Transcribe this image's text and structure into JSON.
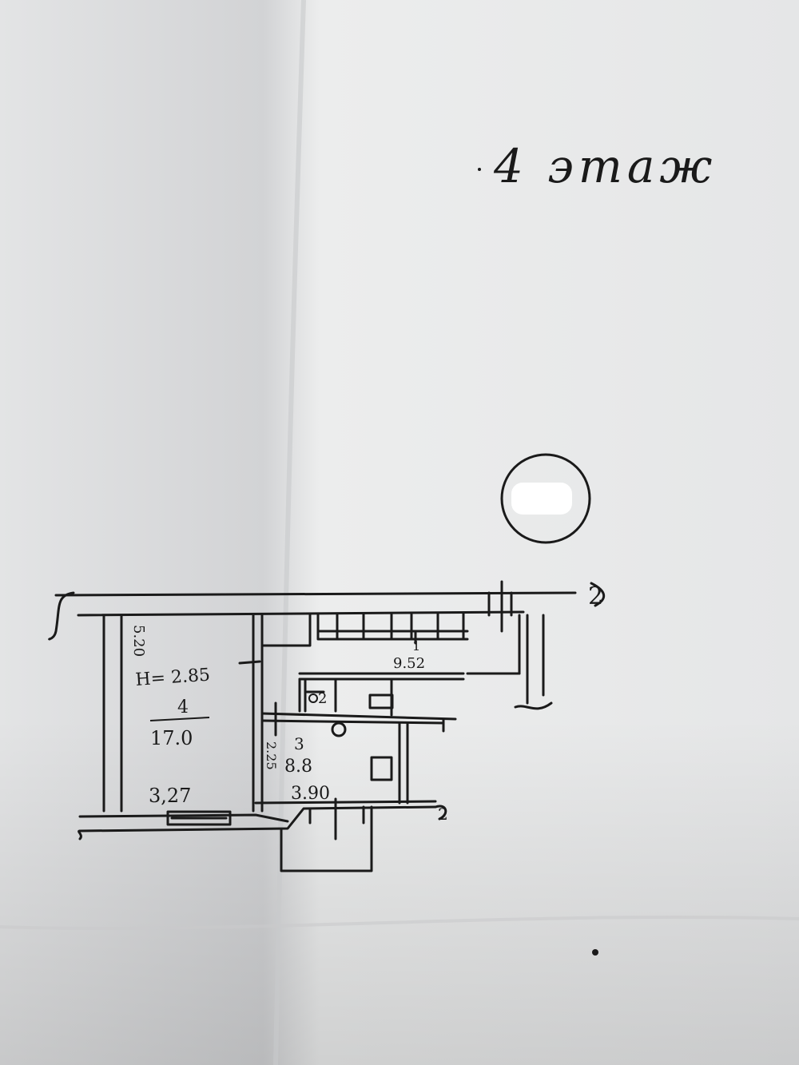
{
  "page": {
    "floor_label": "4 этаж"
  },
  "plan": {
    "height_label": "H= 2.85",
    "rooms": [
      {
        "id": "4",
        "area": "17.0",
        "width": "3,27",
        "depth": "5.20"
      },
      {
        "id": "1",
        "area": "9.52"
      },
      {
        "id": "2",
        "area": ""
      },
      {
        "id": "3",
        "area": "8.8",
        "width": "3.90",
        "depth": "2.25"
      }
    ],
    "markers": {
      "top_right": "2",
      "bottom_right": "2"
    }
  },
  "colors": {
    "paper": "#e6e7e8",
    "ink": "#1a1a1a",
    "redaction": "#ffffff"
  }
}
